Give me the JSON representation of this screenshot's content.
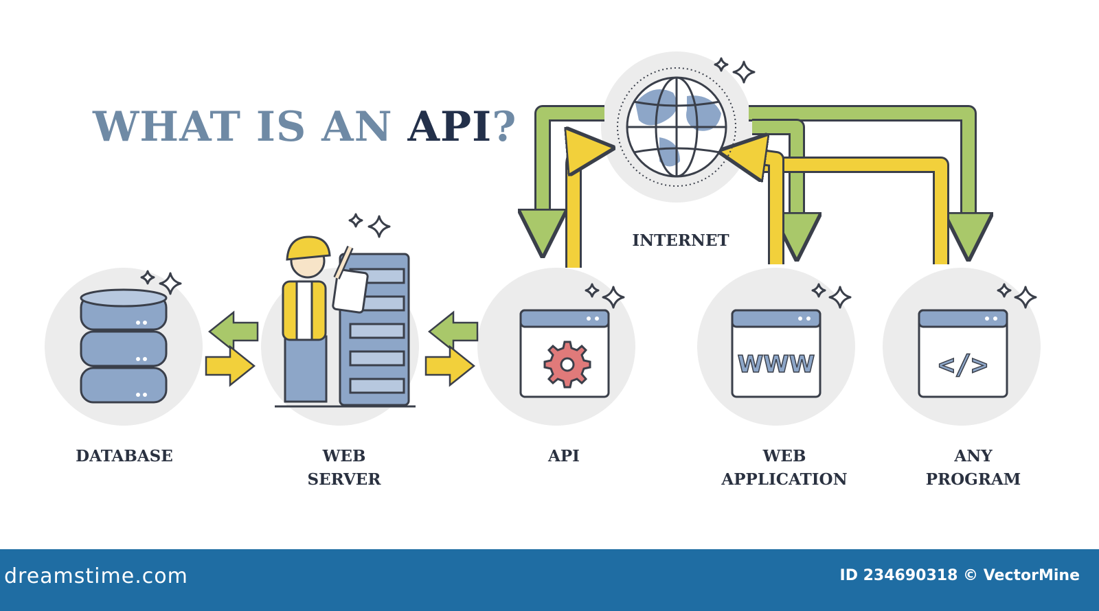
{
  "title": {
    "prefix": "WHAT IS AN ",
    "accent": "API",
    "suffix": "?"
  },
  "nodes": [
    {
      "id": "database",
      "lines": [
        "DATABASE"
      ],
      "icon": "database-icon"
    },
    {
      "id": "web-server",
      "lines": [
        "WEB",
        "SERVER"
      ],
      "icon": "server-rack-icon"
    },
    {
      "id": "api",
      "lines": [
        "API"
      ],
      "icon": "gear-window-icon"
    },
    {
      "id": "web-application",
      "lines": [
        "WEB",
        "APPLICATION"
      ],
      "icon": "www-window-icon"
    },
    {
      "id": "any-program",
      "lines": [
        "ANY",
        "PROGRAM"
      ],
      "icon": "code-window-icon"
    },
    {
      "id": "internet",
      "lines": [
        "INTERNET"
      ],
      "icon": "globe-icon"
    }
  ],
  "window_text": {
    "www": "WWW",
    "code": "</>"
  },
  "edges": [
    {
      "from": "web-server",
      "to": "database",
      "color": "green"
    },
    {
      "from": "database",
      "to": "web-server",
      "color": "yellow"
    },
    {
      "from": "api",
      "to": "web-server",
      "color": "green"
    },
    {
      "from": "web-server",
      "to": "api",
      "color": "yellow"
    },
    {
      "from": "api",
      "to": "internet",
      "color": "yellow"
    },
    {
      "from": "internet",
      "to": "api",
      "color": "green"
    },
    {
      "from": "web-application",
      "to": "internet",
      "color": "yellow"
    },
    {
      "from": "internet",
      "to": "web-application",
      "color": "green"
    },
    {
      "from": "any-program",
      "to": "internet",
      "color": "yellow"
    },
    {
      "from": "internet",
      "to": "any-program",
      "color": "green"
    }
  ],
  "colors": {
    "title": "#6f8aa5",
    "title_accent": "#23304a",
    "green_arrow": "#a9c86a",
    "yellow_arrow": "#f2d03b",
    "outline": "#3a3f4a",
    "circle_bg": "#ececec",
    "blue_fill": "#8da6c8",
    "gear": "#e07a7a",
    "footer": "#1f6da3"
  },
  "footer": {
    "brand": "dreamstime.com",
    "credit": "ID 234690318 © VectorMine"
  }
}
